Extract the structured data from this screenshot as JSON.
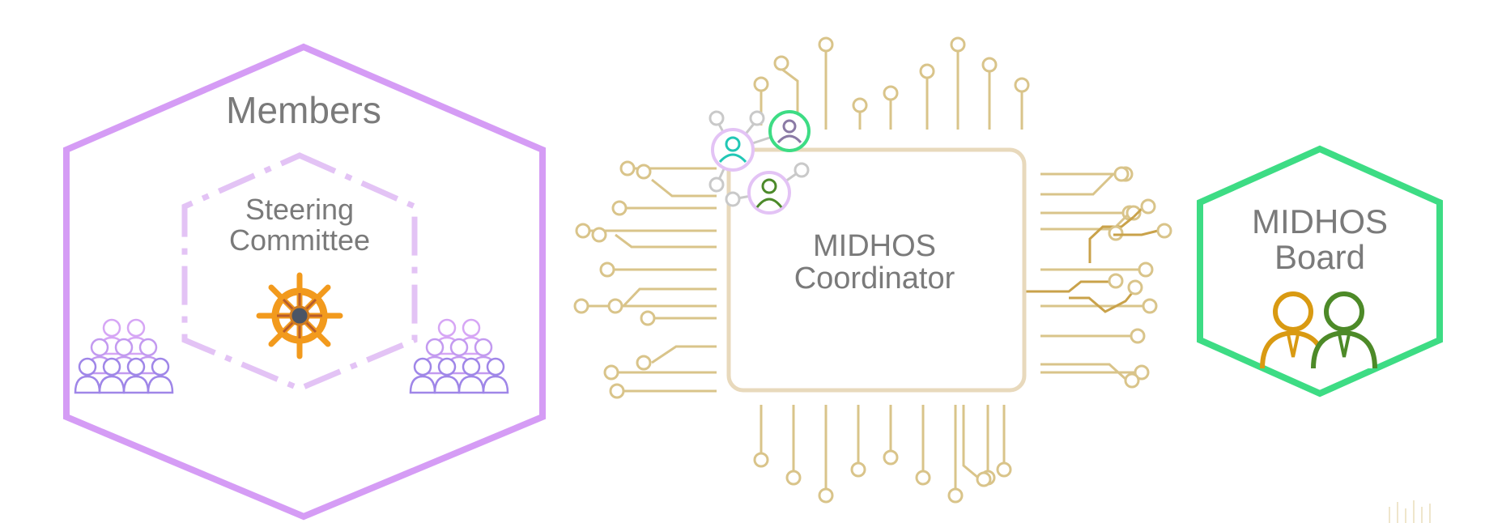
{
  "members": {
    "title": "Members"
  },
  "steering": {
    "line1": "Steering",
    "line2": "Committee"
  },
  "coordinator": {
    "line1": "MIDHOS",
    "line2": "Coordinator"
  },
  "board": {
    "line1": "MIDHOS",
    "line2": "Board"
  },
  "colors": {
    "members_hex": "#d59cf5",
    "steering_hex": "#e3c3f5",
    "board_hex": "#3ddc84",
    "circuit": "#d9c48a",
    "chip_border": "#e8d9bc",
    "wheel": "#f29a1d",
    "text": "#7a7a7a"
  },
  "icons": [
    "people-group-icon",
    "ship-wheel-icon",
    "user-icon",
    "businessman-icon",
    "circuit-chip-icon"
  ]
}
